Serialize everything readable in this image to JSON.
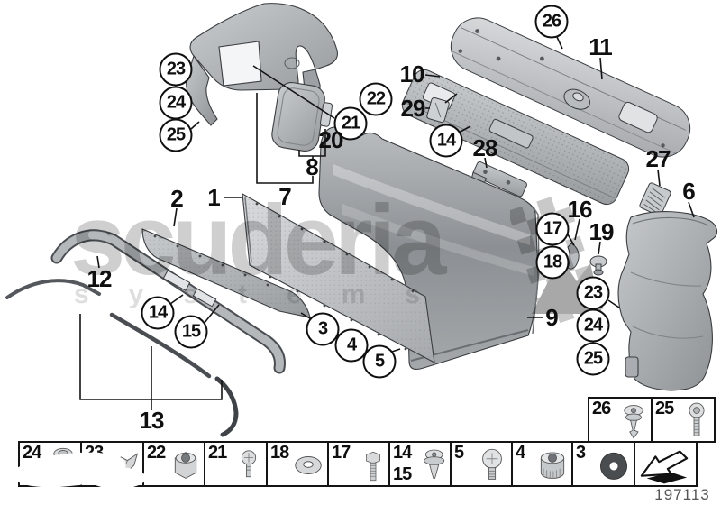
{
  "watermark": {
    "word": "scuderia",
    "sub": "systems"
  },
  "footer": {
    "drawing_number": "197113"
  },
  "callouts": {
    "c23a": "23",
    "c24a": "24",
    "c25a": "25",
    "c22": "22",
    "c21": "21",
    "c26": "26",
    "c14a": "14",
    "c17": "17",
    "c18": "18",
    "c23b": "23",
    "c24b": "24",
    "c25b": "25",
    "c14b": "14",
    "c15": "15",
    "c3": "3",
    "c4": "4",
    "c5": "5"
  },
  "labels": {
    "l1": "1",
    "l2": "2",
    "l6": "6",
    "l7": "7",
    "l8": "8",
    "l9": "9",
    "l10": "10",
    "l11": "11",
    "l12": "12",
    "l13": "13",
    "l16": "16",
    "l19": "19",
    "l20": "20",
    "l27": "27",
    "l28": "28",
    "l29": "29"
  },
  "legend": {
    "top_row": [
      {
        "num": "26",
        "icon": "sealing-grommet-rivet"
      },
      {
        "num": "25",
        "icon": "torx-screw"
      }
    ],
    "main_row": [
      {
        "num": "24",
        "icon": "push-pin-rivet"
      },
      {
        "num": "23",
        "icon": "speed-nut-clip"
      },
      {
        "num": "22",
        "icon": "hex-nut"
      },
      {
        "num": "21",
        "icon": "pan-head-screw"
      },
      {
        "num": "18",
        "icon": "washer"
      },
      {
        "num": "17",
        "icon": "hex-bolt"
      },
      {
        "num": "14",
        "num2": "15",
        "icon": "expanding-rivet"
      },
      {
        "num": "5",
        "icon": "round-head-screw"
      },
      {
        "num": "4",
        "icon": "knurled-spacer"
      },
      {
        "num": "3",
        "icon": "adhesive-disc"
      },
      {
        "num": "",
        "icon": "direction-arrow"
      }
    ]
  }
}
